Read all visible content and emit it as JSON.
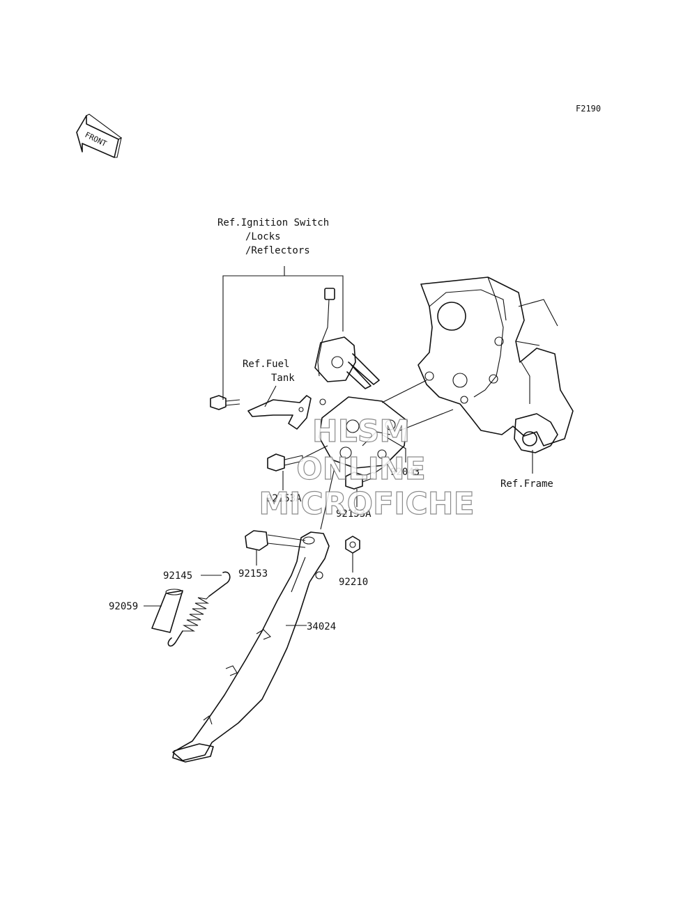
{
  "figure_code": "F2190",
  "front_arrow_label": "FRONT",
  "references": {
    "ignition": [
      "Ref.Ignition Switch",
      "/Locks",
      "/Reflectors"
    ],
    "fuel_tank": [
      "Ref.Fuel",
      "Tank"
    ],
    "frame": "Ref.Frame"
  },
  "parts": {
    "p92043": "92043",
    "p92153A_left": "92153A",
    "p92153A_right": "92153A",
    "p92153": "92153",
    "p92210": "92210",
    "p92145": "92145",
    "p92059": "92059",
    "p34024": "34024"
  },
  "watermark": [
    "HLSM",
    "ONLINE",
    "MICROFICHE"
  ]
}
